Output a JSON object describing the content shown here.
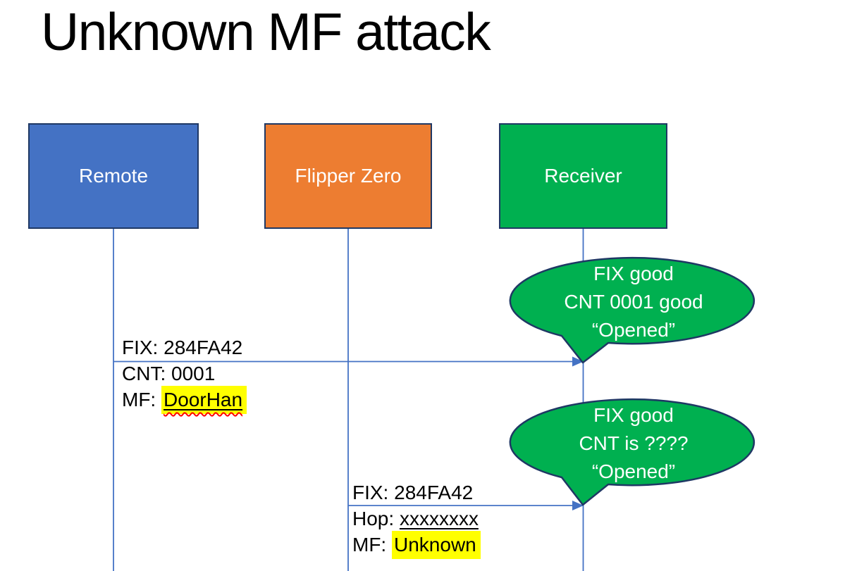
{
  "slide": {
    "title": "Unknown MF attack"
  },
  "actors": [
    {
      "id": "remote",
      "label": "Remote",
      "fill": "#4472C4"
    },
    {
      "id": "flipper-zero",
      "label": "Flipper Zero",
      "fill": "#ED7D31"
    },
    {
      "id": "receiver",
      "label": "Receiver",
      "fill": "#00B050"
    }
  ],
  "messages": [
    {
      "from": "Remote",
      "to": "Receiver",
      "line_above": "FIX: 284FA42",
      "line2": "CNT: 0001",
      "line3_label": "MF: ",
      "line3_value": "DoorHan",
      "line3_value_highlighted": true,
      "line3_value_underlined": true,
      "line3_value_spellcheck_squiggle": true
    },
    {
      "from": "Flipper Zero",
      "to": "Receiver",
      "line_above": "FIX: 284FA42",
      "line2_label": "Hop: ",
      "line2_value": "xxxxxxxx",
      "line2_value_underlined": true,
      "line2_value_spellcheck_squiggle": true,
      "line3_label": "MF: ",
      "line3_value": "Unknown",
      "line3_value_highlighted": true
    }
  ],
  "bubbles": [
    {
      "speaker": "Receiver",
      "line1": "FIX good",
      "line2": "CNT 0001 good",
      "line3": "“Opened”"
    },
    {
      "speaker": "Receiver",
      "line1": "FIX good",
      "line2": "CNT is ????",
      "line3": "“Opened”"
    }
  ],
  "colors": {
    "remote_fill": "#4472C4",
    "flipper_fill": "#ED7D31",
    "receiver_fill": "#00B050",
    "bubble_fill": "#00B050",
    "shape_border": "#1F3864",
    "connector": "#4472C4",
    "text_on_shapes": "#FFFFFF",
    "message_text": "#000000",
    "highlight": "#FFFF00",
    "spellcheck_underline": "#FF0000",
    "title_color": "#000000"
  }
}
